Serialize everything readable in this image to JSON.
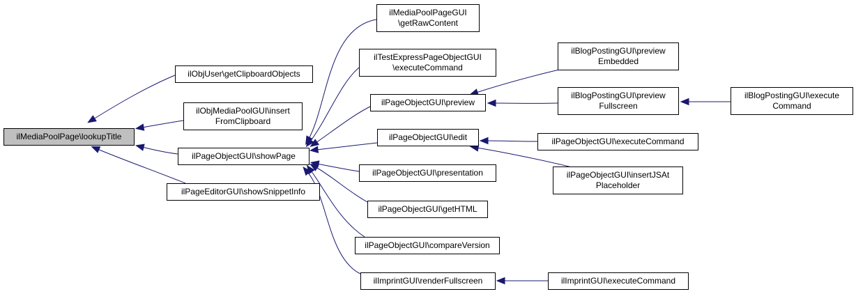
{
  "colors": {
    "edge": "#191970",
    "root_fill": "#bfbfbf",
    "node_fill": "#ffffff",
    "border": "#000000"
  },
  "nodes": [
    {
      "id": "root",
      "lines": [
        "ilMediaPoolPage\\lookupTitle"
      ]
    },
    {
      "id": "objuser",
      "lines": [
        "ilObjUser\\getClipboardObjects"
      ]
    },
    {
      "id": "objmp",
      "lines": [
        "ilObjMediaPoolGUI\\insert",
        "FromClipboard"
      ]
    },
    {
      "id": "showpage",
      "lines": [
        "ilPageObjectGUI\\showPage"
      ]
    },
    {
      "id": "snippet",
      "lines": [
        "ilPageEditorGUI\\showSnippetInfo"
      ]
    },
    {
      "id": "getraw",
      "lines": [
        "ilMediaPoolPageGUI",
        "\\getRawContent"
      ]
    },
    {
      "id": "testexpress",
      "lines": [
        "ilTestExpressPageObjectGUI",
        "\\executeCommand"
      ]
    },
    {
      "id": "preview",
      "lines": [
        "ilPageObjectGUI\\preview"
      ]
    },
    {
      "id": "edit",
      "lines": [
        "ilPageObjectGUI\\edit"
      ]
    },
    {
      "id": "presentation",
      "lines": [
        "ilPageObjectGUI\\presentation"
      ]
    },
    {
      "id": "gethtml",
      "lines": [
        "ilPageObjectGUI\\getHTML"
      ]
    },
    {
      "id": "compare",
      "lines": [
        "ilPageObjectGUI\\compareVersion"
      ]
    },
    {
      "id": "imprint",
      "lines": [
        "ilImprintGUI\\renderFullscreen"
      ]
    },
    {
      "id": "blogembed",
      "lines": [
        "ilBlogPostingGUI\\preview",
        "Embedded"
      ]
    },
    {
      "id": "blogfull",
      "lines": [
        "ilBlogPostingGUI\\preview",
        "Fullscreen"
      ]
    },
    {
      "id": "blogexec",
      "lines": [
        "ilBlogPostingGUI\\execute",
        "Command"
      ]
    },
    {
      "id": "pageexec",
      "lines": [
        "ilPageObjectGUI\\executeCommand"
      ]
    },
    {
      "id": "insertjs",
      "lines": [
        "ilPageObjectGUI\\insertJSAt",
        "Placeholder"
      ]
    },
    {
      "id": "imprintexec",
      "lines": [
        "ilImprintGUI\\executeCommand"
      ]
    }
  ],
  "edges": [
    {
      "from": "objuser",
      "to": "root"
    },
    {
      "from": "objmp",
      "to": "root"
    },
    {
      "from": "showpage",
      "to": "root"
    },
    {
      "from": "snippet",
      "to": "root"
    },
    {
      "from": "getraw",
      "to": "showpage"
    },
    {
      "from": "testexpress",
      "to": "showpage"
    },
    {
      "from": "preview",
      "to": "showpage"
    },
    {
      "from": "edit",
      "to": "showpage"
    },
    {
      "from": "presentation",
      "to": "showpage"
    },
    {
      "from": "gethtml",
      "to": "showpage"
    },
    {
      "from": "compare",
      "to": "showpage"
    },
    {
      "from": "imprint",
      "to": "showpage"
    },
    {
      "from": "blogembed",
      "to": "preview"
    },
    {
      "from": "blogfull",
      "to": "preview"
    },
    {
      "from": "blogexec",
      "to": "blogfull"
    },
    {
      "from": "pageexec",
      "to": "edit"
    },
    {
      "from": "insertjs",
      "to": "edit"
    },
    {
      "from": "imprintexec",
      "to": "imprint"
    }
  ]
}
